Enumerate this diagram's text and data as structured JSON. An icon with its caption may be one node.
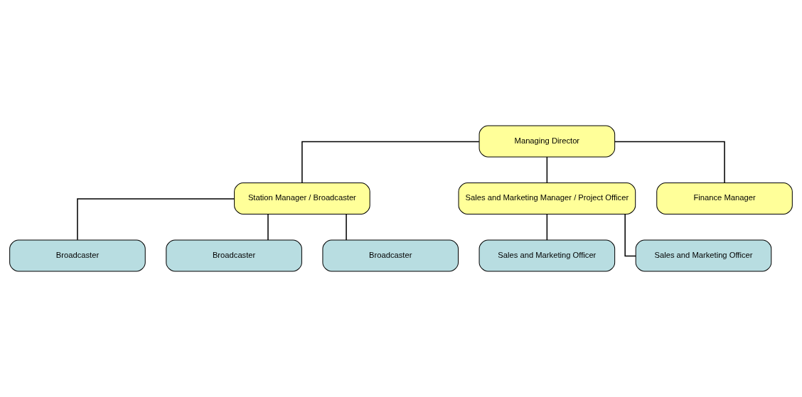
{
  "diagram": {
    "nodes": [
      {
        "text": [
          "Managing Director"
        ]
      },
      {
        "text": [
          "Station Manager / Broadcaster"
        ]
      },
      {
        "text": [
          "Broadcaster"
        ]
      },
      {
        "text": [
          "Broadcaster"
        ]
      },
      {
        "text": [
          "Broadcaster"
        ]
      },
      {
        "text": [
          "Sales and Marketing Manager / Project Officer"
        ]
      },
      {
        "text": [
          "Sales and Marketing Officer"
        ]
      },
      {
        "text": [
          "Sales and Marketing Officer"
        ]
      },
      {
        "text": [
          "Finance Manager"
        ]
      }
    ],
    "edges": [
      {
        "from": 0,
        "to": 1,
        "arrow": "none"
      },
      {
        "from": 1,
        "to": 2,
        "arrow": "none"
      },
      {
        "from": 1,
        "to": 3,
        "arrow": "none"
      },
      {
        "from": 1,
        "to": 4,
        "arrow": "none"
      },
      {
        "from": 0,
        "to": 5,
        "arrow": "none"
      },
      {
        "from": 5,
        "to": 6,
        "arrow": "none"
      },
      {
        "from": 5,
        "to": 7,
        "arrow": "none"
      },
      {
        "from": 0,
        "to": 8,
        "arrow": "none"
      }
    ]
  }
}
